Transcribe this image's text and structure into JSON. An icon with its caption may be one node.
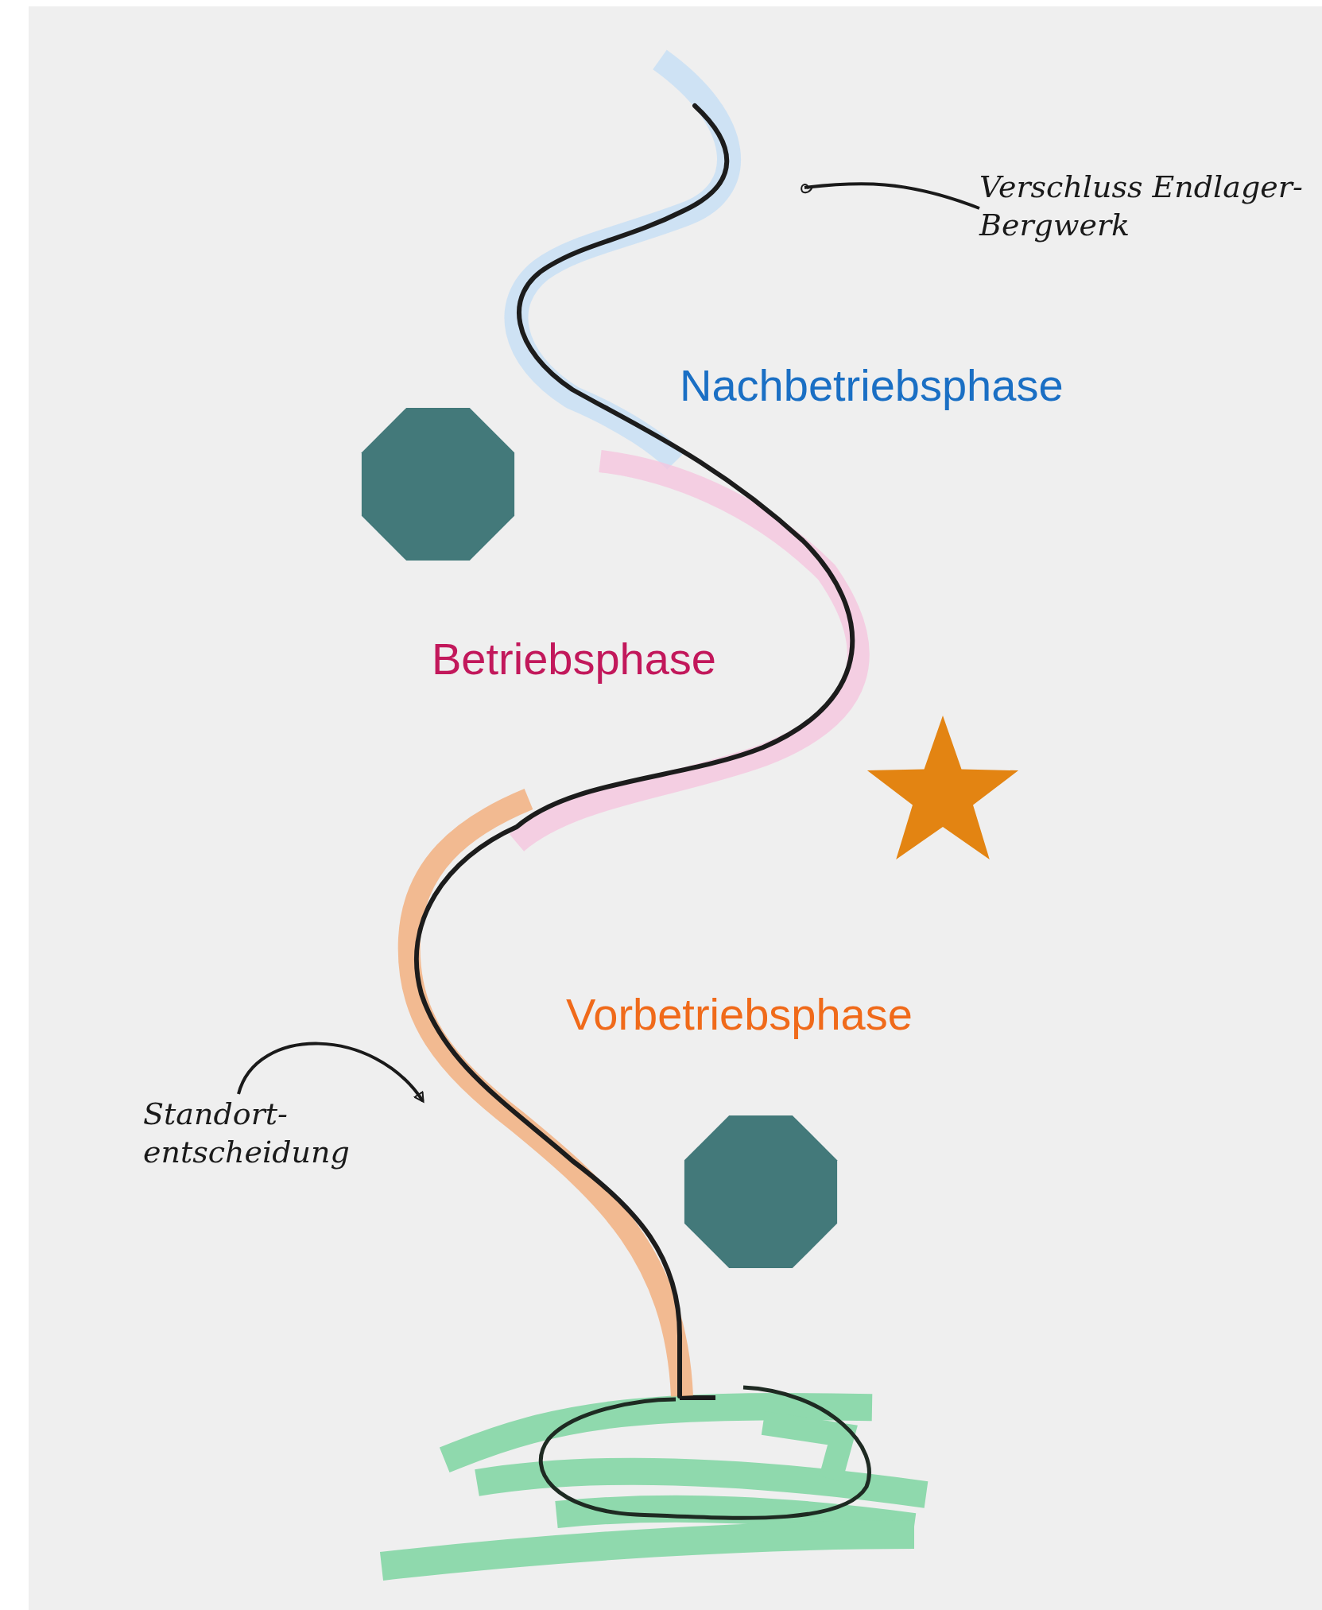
{
  "diagram": {
    "nodes": [
      {
        "text": [
          "Verschluss Endlager-Bergwerk"
        ]
      },
      {
        "text": [],
        "shape": "octagon"
      },
      {
        "text": [],
        "shape": "star"
      },
      {
        "text": [
          "Standort- entscheidung"
        ]
      },
      {
        "text": [],
        "shape": "octagon"
      }
    ],
    "edges": [
      {
        "from": 0,
        "to": null,
        "arrow": "other"
      },
      {
        "from": 3,
        "to": null,
        "arrow": "to"
      }
    ],
    "labels": [
      "Nachbetriebsphase",
      "Betriebsphase",
      "Vorbetriebsphase"
    ]
  }
}
